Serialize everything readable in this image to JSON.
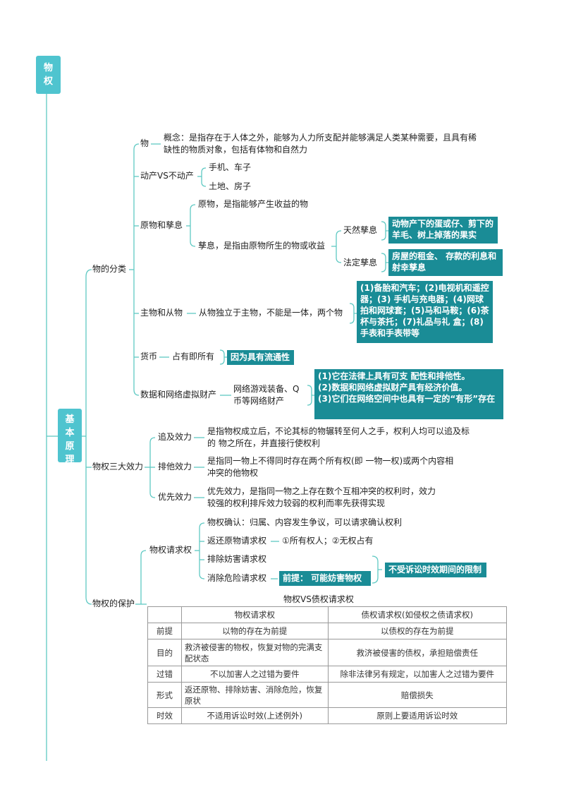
{
  "root": {
    "title": "物权"
  },
  "section": {
    "title": "基本原理"
  },
  "classification": {
    "label": "物的分类",
    "thing": {
      "label": "物",
      "concept": "概念：是指存在于人体之外，能够为人力所支配并能够满足人类某种需要，且具有稀缺性的物质对象，包括有体物和自然力"
    },
    "movable": {
      "label": "动产VS不动产",
      "items": [
        "手机、车子",
        "土地、房子"
      ]
    },
    "original_fruit": {
      "label": "原物和孳息",
      "original": "原物，是指能够产生收益的物",
      "fruit": "孳息，是指由原物所生的物或收益",
      "natural": {
        "label": "天然孳息",
        "note": "动物产下的蛋或仔、剪下的羊毛、树上掉落的果实"
      },
      "legal": {
        "label": "法定孳息",
        "note": "房屋的租金、 存款的利息和射幸孳息"
      }
    },
    "principal": {
      "label": "主物和从物",
      "desc": "从物独立于主物，不能是一体，两个物",
      "examples": "(1)备胎和汽车；(2)电视机和遥控器；(3) 手机与充电器；(4)网球拍和网球套；(5)马和马鞍；(6)茶杯与茶托；(7)礼品与礼 盒；(8)手表和手表带等"
    },
    "currency": {
      "label": "货币",
      "desc": "占有即所有",
      "note": "因为具有流通性"
    },
    "virtual": {
      "label": "数据和网络虚拟财产",
      "desc": "网络游戏装备、Q 币等网络财产",
      "notes": [
        "(1)它在法律上具有可支 配性和排他性。",
        "(2)数据和网络虚拟财产具有经济价值。",
        "(3)它们在网络空间中也具有一定的“有形”存在"
      ]
    }
  },
  "effects": {
    "label": "物权三大效力",
    "items": [
      {
        "label": "追及效力",
        "desc": "是指物权成立后，不论其标的物辗转至何人之手，权利人均可以追及标的 物之所在，并直接行使权利"
      },
      {
        "label": "排他效力",
        "desc": "是指同一物上不得同时存在两个所有权(即 一物一权)或两个内容相冲突的他物权"
      },
      {
        "label": "优先效力",
        "desc": "优先效力，是指同一物之上存在数个互相冲突的权利时，效力较强的权利排斥效力较弱的权利而率先获得实现"
      }
    ]
  },
  "protection": {
    "label": "物权的保护",
    "claim": {
      "label": "物权请求权",
      "confirm": "物权确认：归属、内容发生争议，可以请求确认权利",
      "return": {
        "label": "返还原物请求权",
        "desc": "①所有权人；②无权占有"
      },
      "remove": "排除妨害请求权",
      "danger": {
        "label": "消除危险请求权",
        "premise": "前提： 可能妨害物权"
      },
      "limit_note": "不受诉讼时效期间的限制"
    },
    "table": {
      "title": "物权VS债权请求权",
      "headers": [
        "",
        "物权请求权",
        "债权请求权(如侵权之债请求权)"
      ],
      "rows": [
        [
          "前提",
          "以物的存在为前提",
          "以债权的存在为前提"
        ],
        [
          "目的",
          "救济被侵害的物权，恢复对物的完满支配状态",
          "救济被侵害的债权，承担赔偿责任"
        ],
        [
          "过错",
          "不以加害人之过错为要件",
          "除非法律另有规定，以加害人之过错为要件"
        ],
        [
          "形式",
          "返还原物、排除妨害、消除危险，恢复原状",
          "赔偿损失"
        ],
        [
          "时效",
          "不适用诉讼时效(上述例外)",
          "原则上要适用诉讼时效"
        ]
      ]
    }
  },
  "colors": {
    "light": "#4fc4cf",
    "dark": "#1a8c96",
    "line": "#5fc9c3"
  }
}
